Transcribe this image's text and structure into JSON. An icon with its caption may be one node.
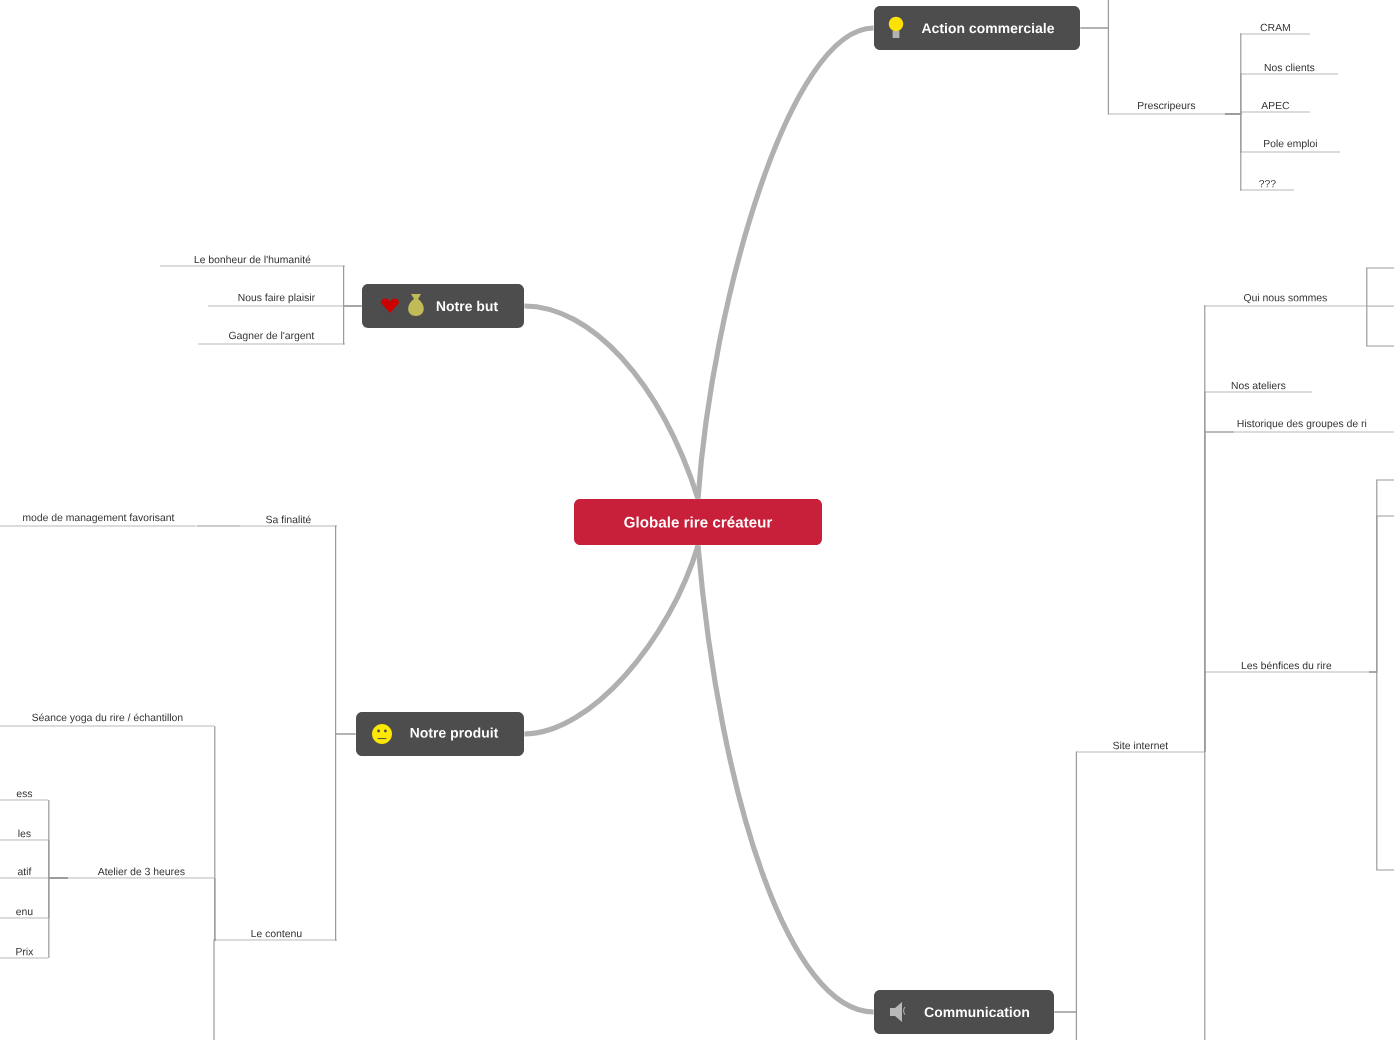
{
  "diagram": {
    "nodes": [
      {
        "text": [
          "Globale rire créateur"
        ]
      },
      {
        "text": [
          "Action commerciale"
        ]
      },
      {
        "text": [
          "Prescripeurs"
        ]
      },
      {
        "text": [
          "CRAM"
        ]
      },
      {
        "text": [
          "Nos clients"
        ]
      },
      {
        "text": [
          "APEC"
        ]
      },
      {
        "text": [
          "Pole emploi"
        ]
      },
      {
        "text": [
          "???"
        ]
      },
      {
        "text": [
          "Notre but"
        ]
      },
      {
        "text": [
          "Le bonheur de l'humanité"
        ]
      },
      {
        "text": [
          "Nous faire plaisir"
        ]
      },
      {
        "text": [
          "Gagner de l'argent"
        ]
      },
      {
        "text": [
          "Notre produit"
        ]
      },
      {
        "text": [
          "Sa finalité"
        ]
      },
      {
        "text": [
          "mode de management favorisant"
        ]
      },
      {
        "text": [
          "Le contenu"
        ]
      },
      {
        "text": [
          "Séance yoga du rire / échantillon"
        ]
      },
      {
        "text": [
          "Atelier de 3 heures"
        ]
      },
      {
        "text": [
          "ess"
        ]
      },
      {
        "text": [
          "les"
        ]
      },
      {
        "text": [
          "atif"
        ]
      },
      {
        "text": [
          "enu"
        ]
      },
      {
        "text": [
          "Prix"
        ]
      },
      {
        "text": [
          "Communication"
        ]
      },
      {
        "text": [
          "Site internet"
        ]
      },
      {
        "text": [
          "Qui nous sommes"
        ]
      },
      {
        "text": [
          "Nos ateliers"
        ]
      },
      {
        "text": [
          "Historique des groupes de ri"
        ]
      },
      {
        "text": [
          "Les bénfices du rire"
        ]
      }
    ],
    "edges": [
      {
        "from": 0,
        "to": 1,
        "arrow": "none",
        "style": "thick"
      },
      {
        "from": 0,
        "to": 8,
        "arrow": "none",
        "style": "thick"
      },
      {
        "from": 0,
        "to": 12,
        "arrow": "none",
        "style": "thick"
      },
      {
        "from": 0,
        "to": 23,
        "arrow": "none",
        "style": "thick"
      },
      {
        "from": 1,
        "to": 2,
        "arrow": "none"
      },
      {
        "from": 1,
        "to": null,
        "arrow": "none"
      },
      {
        "from": 2,
        "to": 3,
        "arrow": "none"
      },
      {
        "from": 2,
        "to": 4,
        "arrow": "none"
      },
      {
        "from": 2,
        "to": 5,
        "arrow": "none"
      },
      {
        "from": 2,
        "to": 6,
        "arrow": "none"
      },
      {
        "from": 2,
        "to": 7,
        "arrow": "none"
      },
      {
        "from": 8,
        "to": 9,
        "arrow": "none"
      },
      {
        "from": 8,
        "to": 10,
        "arrow": "none"
      },
      {
        "from": 8,
        "to": 11,
        "arrow": "none"
      },
      {
        "from": 12,
        "to": 13,
        "arrow": "none"
      },
      {
        "from": 12,
        "to": 15,
        "arrow": "none"
      },
      {
        "from": 13,
        "to": 14,
        "arrow": "none"
      },
      {
        "from": 15,
        "to": 16,
        "arrow": "none"
      },
      {
        "from": 15,
        "to": 17,
        "arrow": "none"
      },
      {
        "from": 15,
        "to": null,
        "arrow": "none"
      },
      {
        "from": 17,
        "to": 18,
        "arrow": "none"
      },
      {
        "from": 17,
        "to": 19,
        "arrow": "none"
      },
      {
        "from": 17,
        "to": 20,
        "arrow": "none"
      },
      {
        "from": 17,
        "to": 21,
        "arrow": "none"
      },
      {
        "from": 17,
        "to": 22,
        "arrow": "none"
      },
      {
        "from": 23,
        "to": 24,
        "arrow": "none"
      },
      {
        "from": 23,
        "to": null,
        "arrow": "none"
      },
      {
        "from": 24,
        "to": 25,
        "arrow": "none"
      },
      {
        "from": 24,
        "to": 26,
        "arrow": "none"
      },
      {
        "from": 24,
        "to": 27,
        "arrow": "none"
      },
      {
        "from": 24,
        "to": 28,
        "arrow": "none"
      },
      {
        "from": 24,
        "to": null,
        "arrow": "none"
      },
      {
        "from": 25,
        "to": null,
        "arrow": "none"
      },
      {
        "from": 25,
        "to": null,
        "arrow": "none"
      },
      {
        "from": 25,
        "to": null,
        "arrow": "none"
      },
      {
        "from": 28,
        "to": null,
        "arrow": "none"
      },
      {
        "from": 28,
        "to": null,
        "arrow": "none"
      },
      {
        "from": 28,
        "to": null,
        "arrow": "none"
      }
    ]
  }
}
